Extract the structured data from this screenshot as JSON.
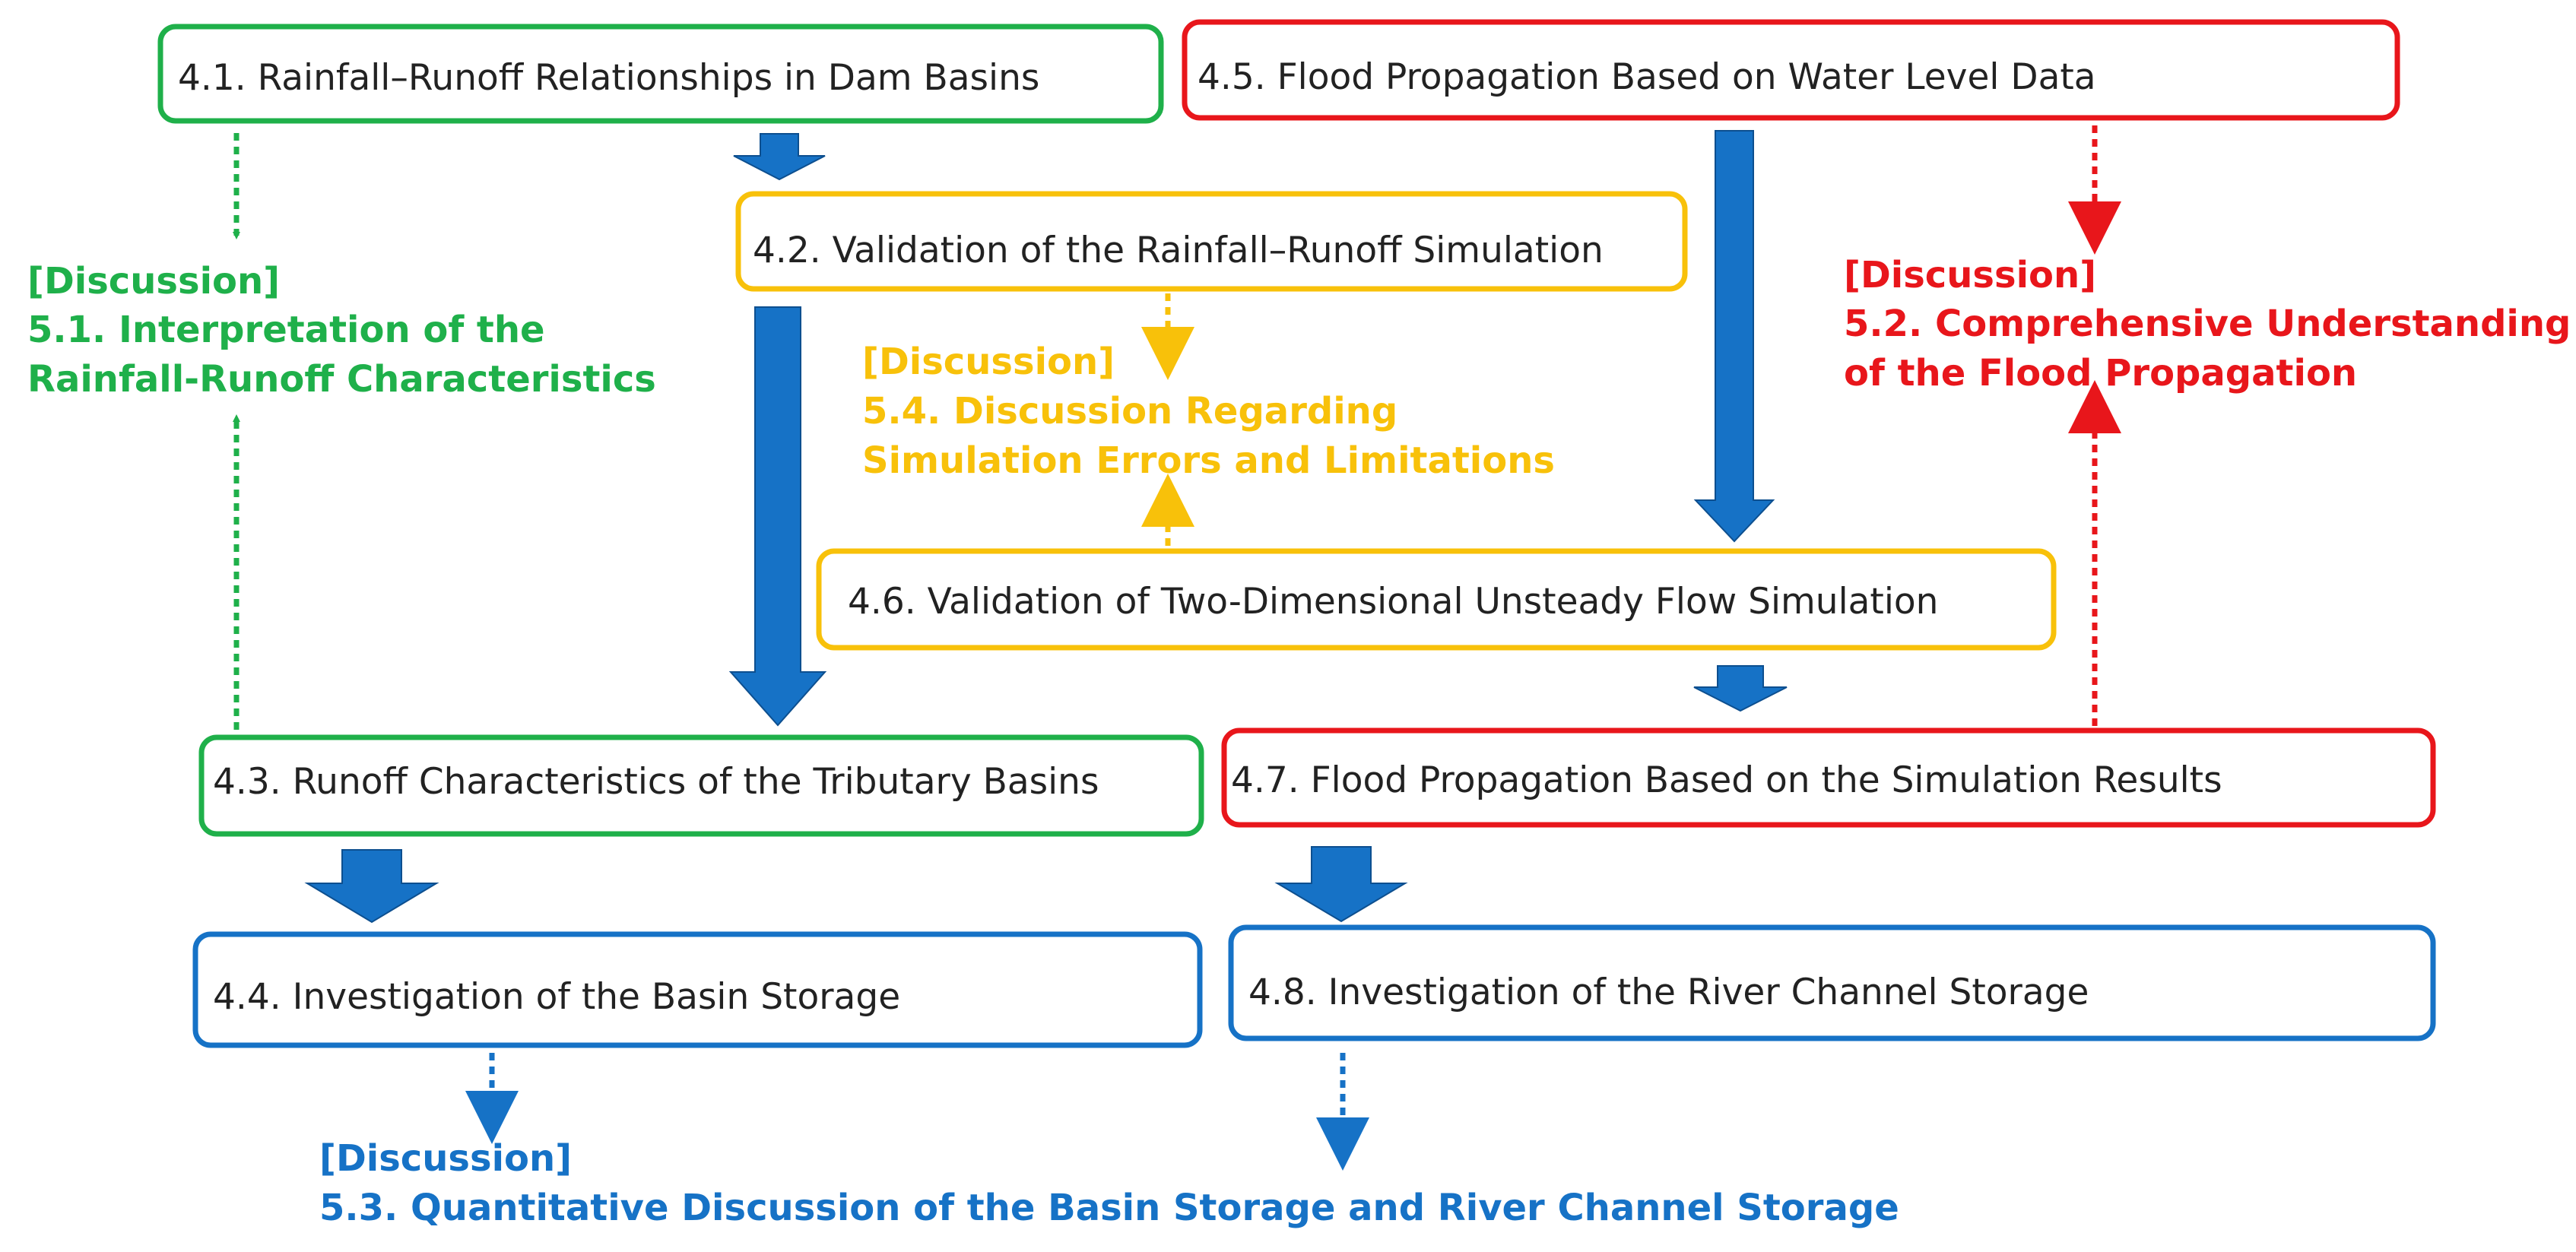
{
  "colors": {
    "green": "#1fb04a",
    "yellow": "#f8c10a",
    "red": "#e8161b",
    "blue": "#1672c6",
    "arrow": "#1672c6",
    "text": "#222222"
  },
  "boxes": {
    "b41": "4.1. Rainfall–Runoff Relationships in Dam Basins",
    "b42": "4.2. Validation of the Rainfall–Runoff Simulation",
    "b43": "4.3. Runoff Characteristics of the Tributary Basins",
    "b44": "4.4. Investigation of the Basin Storage",
    "b45": "4.5. Flood Propagation Based on Water Level Data",
    "b46": "4.6. Validation of Two-Dimensional Unsteady Flow Simulation",
    "b47": "4.7. Flood Propagation Based on the Simulation Results",
    "b48": "4.8. Investigation of the River Channel Storage"
  },
  "discussions": {
    "d51": {
      "tag": "[Discussion]",
      "line1": "5.1. Interpretation of the",
      "line2": "Rainfall-Runoff Characteristics"
    },
    "d52": {
      "tag": "[Discussion]",
      "line1": "5.2. Comprehensive Understanding",
      "line2": "of the Flood Propagation"
    },
    "d53": {
      "tag": "[Discussion]",
      "line1": "5.3. Quantitative Discussion of the Basin Storage and River Channel Storage"
    },
    "d54": {
      "tag": "[Discussion]",
      "line1": "5.4. Discussion Regarding",
      "line2": "Simulation Errors and Limitations"
    }
  }
}
